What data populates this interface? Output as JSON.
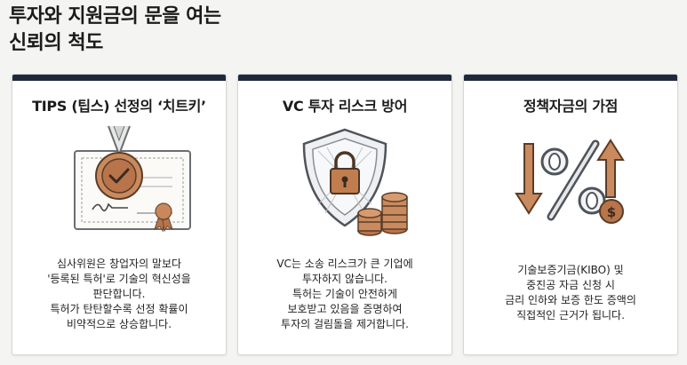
{
  "headline": {
    "line1": "투자와 지원금의 문을 여는",
    "line2": "신뢰의 척도"
  },
  "cards": [
    {
      "title": "TIPS (팁스) 선정의 ‘치트키’",
      "body": [
        "심사위원은 창업자의 말보다",
        "'등록된 특허'로 기술의 혁신성을",
        "판단합니다.",
        "특허가 탄탄할수록 선정 확률이",
        "비약적으로 상승합니다."
      ],
      "icon": "certificate-medal-icon"
    },
    {
      "title": "VC 투자 리스크 방어",
      "body": [
        "VC는 소송 리스크가 큰 기업에",
        "투자하지 않습니다.",
        "특허는 기술이 안전하게",
        "보호받고 있음을 증명하여",
        "투자의 걸림돌을 제거합니다."
      ],
      "icon": "shield-lock-coins-icon"
    },
    {
      "title": "정책자금의 가점",
      "body": [
        "기술보증기금(KIBO) 및",
        "중진공 자금 신청 시",
        "금리 인하와 보증 한도 증액의",
        "직접적인 근거가 됩니다."
      ],
      "icon": "percent-arrows-dollar-icon"
    }
  ],
  "colors": {
    "accent_bar": "#1e2a3c",
    "bronze": "#b8744a",
    "outline": "#5b5f66"
  }
}
